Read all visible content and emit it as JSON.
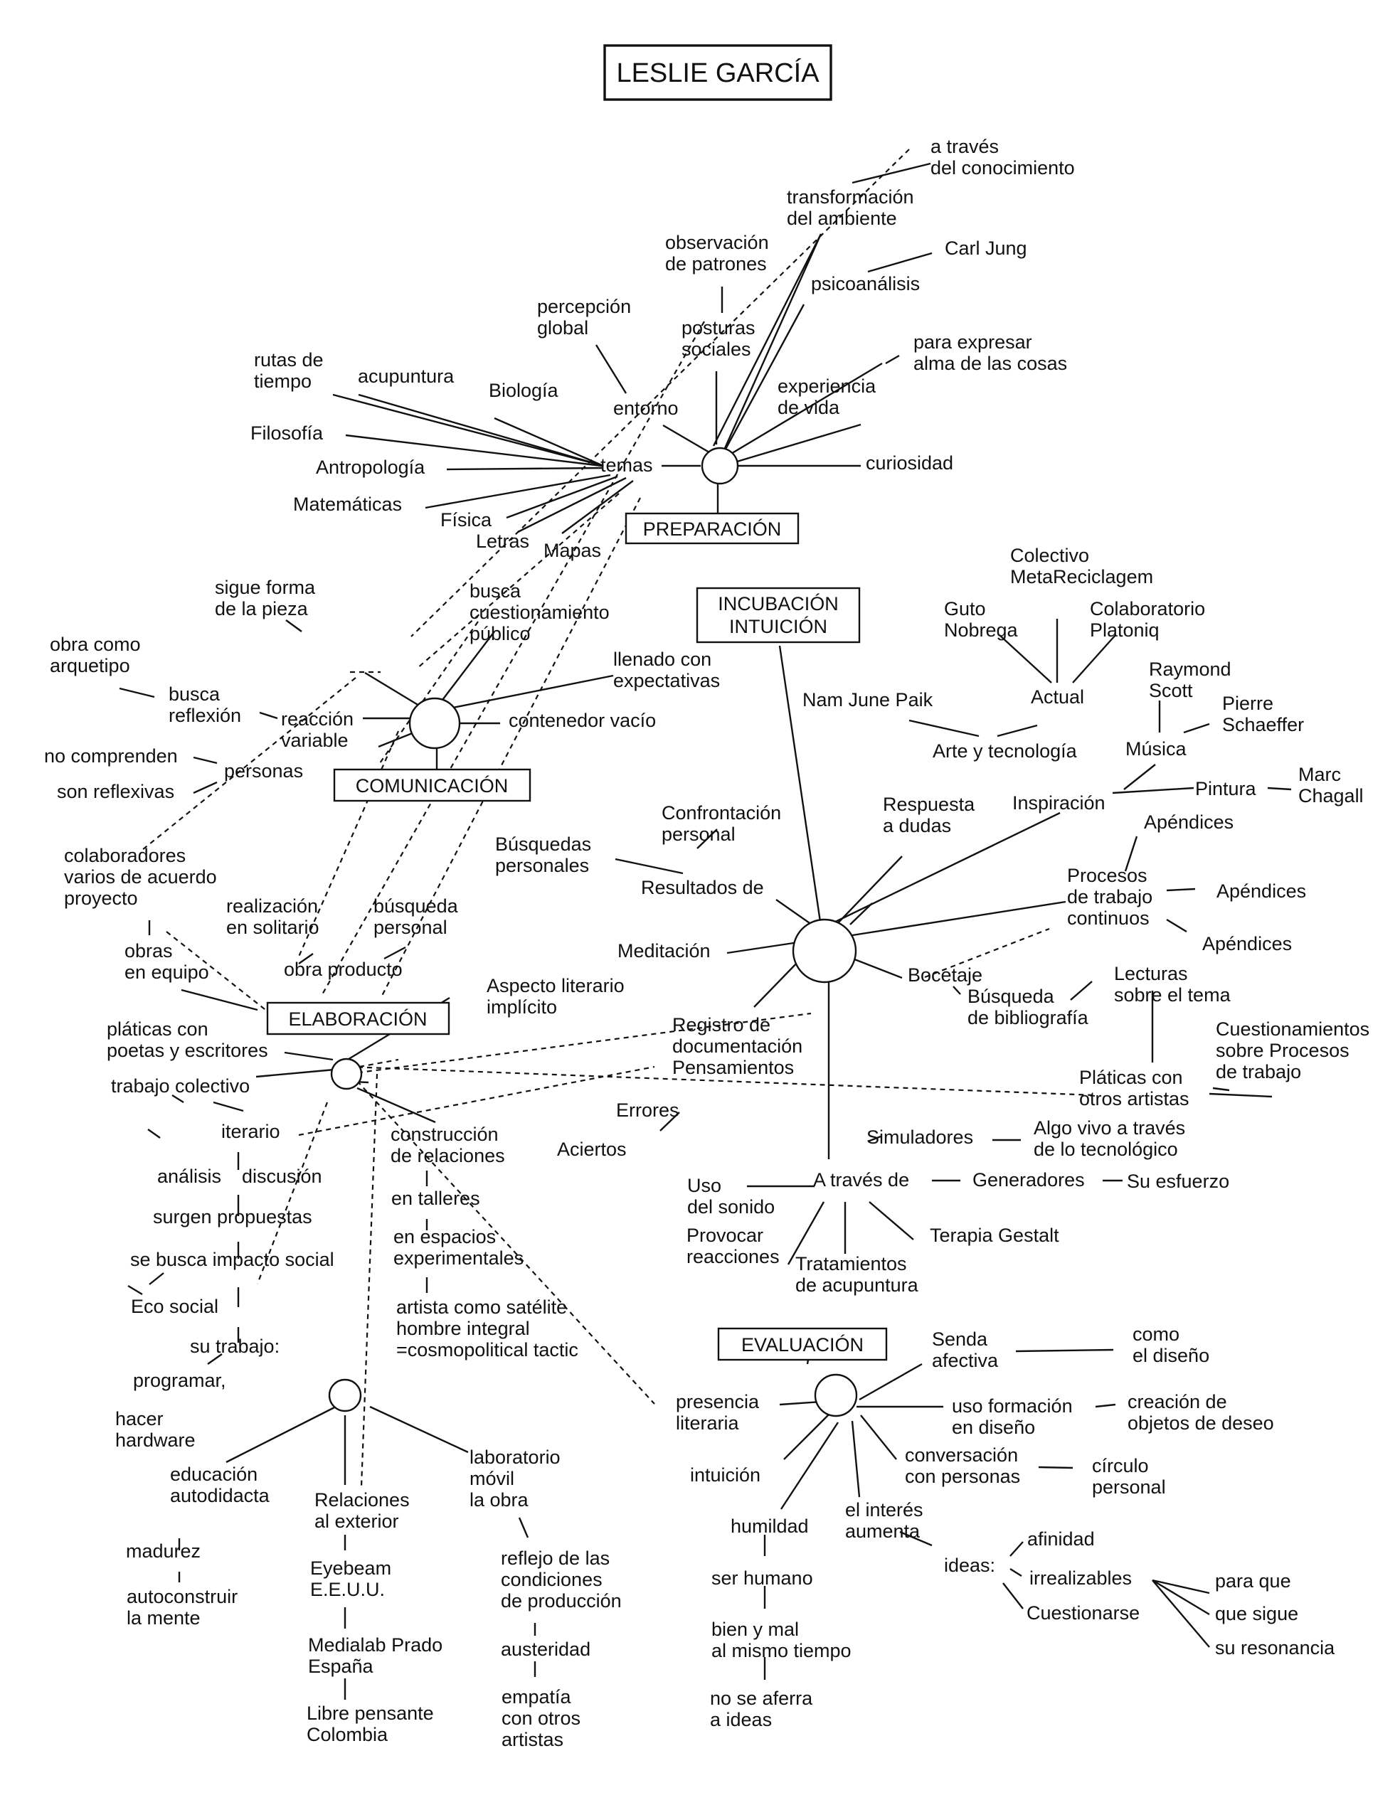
{
  "title": "LESLIE GARCÍA",
  "phases": {
    "preparacion": "PREPARACIÓN",
    "incubacion": [
      "INCUBACIÓN",
      "INTUICIÓN"
    ],
    "comunicacion": "COMUNICACIÓN",
    "elaboracion": "ELABORACIÓN",
    "evaluacion": "EVALUACIÓN"
  },
  "labels": {
    "a_traves_del": [
      "a través",
      "del conocimiento"
    ],
    "transformacion": [
      "transformación",
      "del ambiente"
    ],
    "carl_jung": [
      "Carl Jung"
    ],
    "psicoanalisis": [
      "psicoanálisis"
    ],
    "observacion": [
      "observación",
      "de patrones"
    ],
    "percepcion": [
      "percepción",
      "global"
    ],
    "posturas": [
      "posturas",
      "sociales"
    ],
    "para_expresar": [
      "para expresar",
      "alma de las cosas"
    ],
    "rutas": [
      "rutas de",
      "tiempo"
    ],
    "acupuntura": [
      "acupuntura"
    ],
    "biologia": [
      "Biología"
    ],
    "experiencia": [
      "experiencia",
      "de vida"
    ],
    "entorno": [
      "entorno"
    ],
    "filosofia": [
      "Filosofía"
    ],
    "antropologia": [
      "Antropología"
    ],
    "temas": [
      "temas"
    ],
    "curiosidad": [
      "curiosidad"
    ],
    "matematicas": [
      "Matemáticas"
    ],
    "fisica": [
      "Física"
    ],
    "letras": [
      "Letras"
    ],
    "mapas": [
      "Mapas"
    ],
    "sigue_forma": [
      "sigue forma",
      "de la pieza"
    ],
    "busca_cuestionamiento": [
      "busca",
      "cuestionamiento",
      "público"
    ],
    "colectivo": [
      "Colectivo",
      "MetaReciclagem"
    ],
    "guto": [
      "Guto",
      "Nobrega"
    ],
    "colaboratorio": [
      "Colaboratorio",
      "Platoniq"
    ],
    "obra_arquetipo": [
      "obra como",
      "arquetipo"
    ],
    "llenado": [
      "llenado con",
      "expectativas"
    ],
    "raymond": [
      "Raymond",
      "Scott"
    ],
    "busca_reflexion": [
      "busca",
      "reflexión"
    ],
    "nam_june": [
      "Nam June Paik"
    ],
    "actual": [
      "Actual"
    ],
    "pierre": [
      "Pierre",
      "Schaeffer"
    ],
    "reaccion": [
      "reacción",
      "variable"
    ],
    "contenedor": [
      "contenedor vacío"
    ],
    "musica": [
      "Música"
    ],
    "no_comprenden": [
      "no comprenden"
    ],
    "arte_tecnologia": [
      "Arte y tecnología"
    ],
    "personas": [
      "personas"
    ],
    "marc": [
      "Marc",
      "Chagall"
    ],
    "son_reflexivas": [
      "son reflexivas"
    ],
    "pintura": [
      "Pintura"
    ],
    "respuesta": [
      "Respuesta",
      "a dudas"
    ],
    "inspiracion": [
      "Inspiración"
    ],
    "confrontacion": [
      "Confrontación",
      "personal"
    ],
    "apendices_1": [
      "Apéndices"
    ],
    "busquedas_personales": [
      "Búsquedas",
      "personales"
    ],
    "colaboradores": [
      "colaboradores",
      "varios de acuerdo",
      "proyecto"
    ],
    "resultados": [
      "Resultados de"
    ],
    "procesos": [
      "Procesos",
      "de trabajo",
      "continuos"
    ],
    "apendices_2": [
      "Apéndices"
    ],
    "realizacion": [
      "realización",
      "en solitario"
    ],
    "busqueda_personal": [
      "búsqueda",
      "personal"
    ],
    "obras_equipo": [
      "obras",
      "en equipo"
    ],
    "meditacion": [
      "Meditación"
    ],
    "apendices_3": [
      "Apéndices"
    ],
    "obra_producto": [
      "obra producto"
    ],
    "aspecto": [
      "Aspecto literario",
      "implícito"
    ],
    "bocetaje": [
      "Bocetaje"
    ],
    "lecturas": [
      "Lecturas",
      "sobre el tema"
    ],
    "platicas_poetas": [
      "pláticas con",
      "poetas y escritores"
    ],
    "busqueda_bib": [
      "Búsqueda",
      "de bibliografía"
    ],
    "registro": [
      "Registro de",
      "documentación",
      "Pensamientos"
    ],
    "cuestionamientos": [
      "Cuestionamientos",
      "sobre Procesos",
      "de trabajo"
    ],
    "trabajo_colectivo": [
      "trabajo colectivo"
    ],
    "platicas_artistas": [
      "Pláticas con",
      "otros artistas"
    ],
    "errores": [
      "Errores"
    ],
    "iterario": [
      "iterario"
    ],
    "construccion": [
      "construcción",
      "de relaciones"
    ],
    "aciertos": [
      "Aciertos"
    ],
    "simuladores": [
      "Simuladores"
    ],
    "algo_vivo": [
      "Algo vivo a través",
      "de lo tecnológico"
    ],
    "analisis": [
      "análisis"
    ],
    "discusion": [
      "discusión"
    ],
    "en_talleres": [
      "en talleres"
    ],
    "uso_sonido": [
      "Uso",
      "del sonido"
    ],
    "a_traves_de": [
      "A través de"
    ],
    "generadores": [
      "Generadores"
    ],
    "su_esfuerzo": [
      "Su esfuerzo"
    ],
    "surgen": [
      "surgen propuestas"
    ],
    "espacios": [
      "en espacios",
      "experimentales"
    ],
    "provocar": [
      "Provocar",
      "reacciones"
    ],
    "terapia": [
      "Terapia Gestalt"
    ],
    "impacto": [
      "se busca impacto social"
    ],
    "tratamientos": [
      "Tratamientos",
      "de acupuntura"
    ],
    "eco_social": [
      "Eco social"
    ],
    "artista_satelite": [
      "artista como satélite",
      "hombre integral",
      "=cosmopolitical tactic"
    ],
    "su_trabajo": [
      "su trabajo:"
    ],
    "senda": [
      "Senda",
      "afectiva"
    ],
    "como_diseno": [
      "como",
      "el diseño"
    ],
    "programar": [
      "programar,"
    ],
    "presencia": [
      "presencia",
      "literaria"
    ],
    "uso_formacion": [
      "uso formación",
      "en diseño"
    ],
    "creacion": [
      "creación de",
      "objetos de deseo"
    ],
    "hacer_hardware": [
      "hacer",
      "hardware"
    ],
    "laboratorio": [
      "laboratorio",
      "móvil",
      "la obra"
    ],
    "conversacion": [
      "conversación",
      "con personas"
    ],
    "educacion": [
      "educación",
      "autodidacta"
    ],
    "intuicion": [
      "intuición"
    ],
    "circulo": [
      "círculo",
      "personal"
    ],
    "relaciones_ext": [
      "Relaciones",
      "al exterior"
    ],
    "el_interes": [
      "el interés",
      "aumenta"
    ],
    "humildad": [
      "humildad"
    ],
    "afinidad": [
      "afinidad"
    ],
    "madurez": [
      "madurez"
    ],
    "reflejo": [
      "reflejo de las",
      "condiciones",
      "de producción"
    ],
    "eyebeam": [
      "Eyebeam",
      "E.E.U.U."
    ],
    "ideas": [
      "ideas:"
    ],
    "ser_humano": [
      "ser humano"
    ],
    "irrealizables": [
      "irrealizables"
    ],
    "para_que": [
      "para que"
    ],
    "autoconstruir": [
      "autoconstruir",
      "la mente"
    ],
    "cuestionarse": [
      "Cuestionarse"
    ],
    "que_sigue": [
      "que sigue"
    ],
    "austeridad": [
      "austeridad"
    ],
    "bien_mal": [
      "bien y mal",
      "al mismo tiempo"
    ],
    "su_resonancia": [
      "su resonancia"
    ],
    "medialab": [
      "Medialab Prado",
      "España"
    ],
    "empatia": [
      "empatía",
      "con otros",
      "artistas"
    ],
    "no_se_aferra": [
      "no se aferra",
      "a ideas"
    ],
    "libre": [
      "Libre pensante",
      "Colombia"
    ]
  }
}
